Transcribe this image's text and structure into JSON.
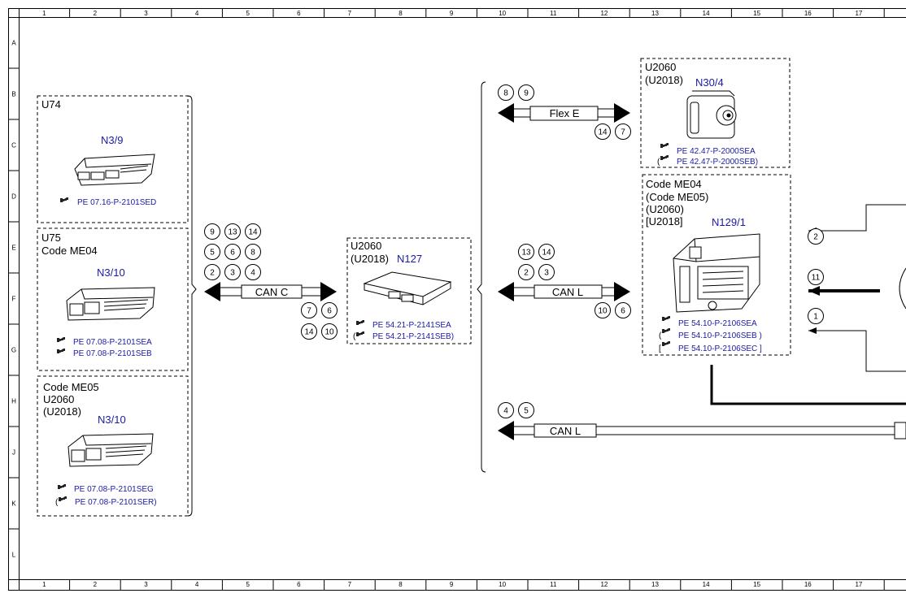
{
  "ruler": {
    "columns": [
      "1",
      "2",
      "3",
      "4",
      "5",
      "6",
      "7",
      "8",
      "9",
      "10",
      "11",
      "12",
      "13",
      "14",
      "15",
      "16",
      "17"
    ],
    "rows": [
      "A",
      "B",
      "C",
      "D",
      "E",
      "F",
      "G",
      "H",
      "J",
      "K",
      "L"
    ]
  },
  "units": {
    "u74": {
      "title": "U74",
      "code": "N3/9",
      "ref1": "PE 07.16-P-2101SED"
    },
    "u75": {
      "title1": "U75",
      "title2": "Code ME04",
      "code": "N3/10",
      "ref1": "PE 07.08-P-2101SEA",
      "ref2": "PE 07.08-P-2101SEB"
    },
    "me05": {
      "title1": "Code ME05",
      "title2": "U2060",
      "title3": "(U2018)",
      "code": "N3/10",
      "ref1": "PE 07.08-P-2101SEG",
      "ref2_open": "(",
      "ref2": "PE 07.08-P-2101SER)"
    },
    "n127": {
      "title1": "U2060",
      "title2": "(U2018)",
      "code": "N127",
      "ref1": "PE 54.21-P-2141SEA",
      "ref2_open": "(",
      "ref2": "PE 54.21-P-2141SEB)"
    },
    "n30": {
      "title1": "U2060",
      "title2": "(U2018)",
      "code": "N30/4",
      "ref1": "PE 42.47-P-2000SEA",
      "ref2_open": "(",
      "ref2": "PE 42.47-P-2000SEB)"
    },
    "n129": {
      "title1": "Code ME04",
      "title2": "(Code ME05)",
      "title3": "(U2060)",
      "title4": "[U2018]",
      "code": "N129/1",
      "ref1": "PE 54.10-P-2106SEA",
      "ref2_open": "(",
      "ref2": "PE 54.10-P-2106SEB )",
      "ref3_open": "[",
      "ref3": "PE 54.10-P-2106SEC ]"
    }
  },
  "buses": {
    "can_c": {
      "label": "CAN C",
      "top": [
        "9",
        "13",
        "14",
        "5",
        "6",
        "8",
        "2",
        "3",
        "4"
      ],
      "bottom": [
        "7",
        "6",
        "14",
        "10"
      ]
    },
    "can_l_mid": {
      "label": "CAN L",
      "top": [
        "13",
        "14",
        "2",
        "3"
      ],
      "bottom": [
        "10",
        "6"
      ]
    },
    "flex_e": {
      "label": "Flex E",
      "top": [
        "8",
        "9"
      ],
      "bottom": [
        "14",
        "7"
      ]
    },
    "can_l_low": {
      "label": "CAN L",
      "top": [
        "4",
        "5"
      ]
    },
    "right_signals": [
      "2",
      "11",
      "1"
    ]
  }
}
